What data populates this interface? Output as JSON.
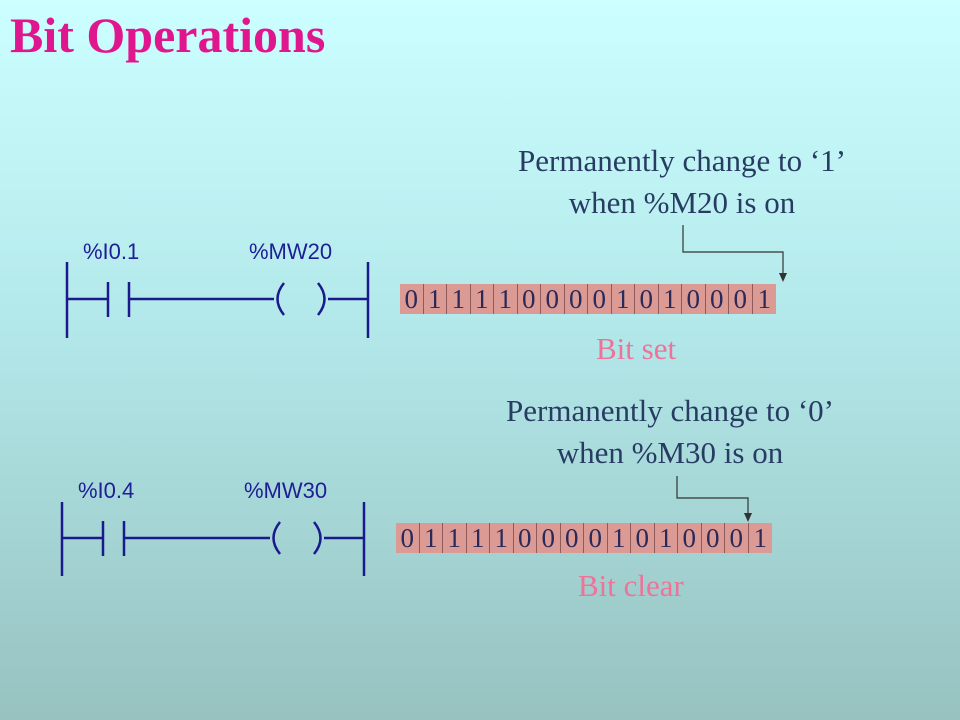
{
  "title": "Bit Operations",
  "rung_set": {
    "contact_address": "%I0.1",
    "coil_address": "%MW20",
    "note_line1": "Permanently change to ‘1’",
    "note_line2": "when %M20 is on",
    "bits": [
      "0",
      "1",
      "1",
      "1",
      "1",
      "0",
      "0",
      "0",
      "0",
      "1",
      "0",
      "1",
      "0",
      "0",
      "0",
      "1"
    ],
    "caption": "Bit set"
  },
  "rung_clear": {
    "contact_address": "%I0.4",
    "coil_address": "%MW30",
    "note_line1": "Permanently change to ‘0’",
    "note_line2": "when %M30 is on",
    "bits": [
      "0",
      "1",
      "1",
      "1",
      "1",
      "0",
      "0",
      "0",
      "0",
      "1",
      "0",
      "1",
      "0",
      "0",
      "0",
      "1"
    ],
    "caption": "Bit clear"
  },
  "colors": {
    "title": "#e0168e",
    "note_text": "#283b63",
    "caption": "#ee7399",
    "address": "#1e1e96",
    "register_fill": "#db9a94",
    "ladder_lines": "#1a1a8c"
  }
}
